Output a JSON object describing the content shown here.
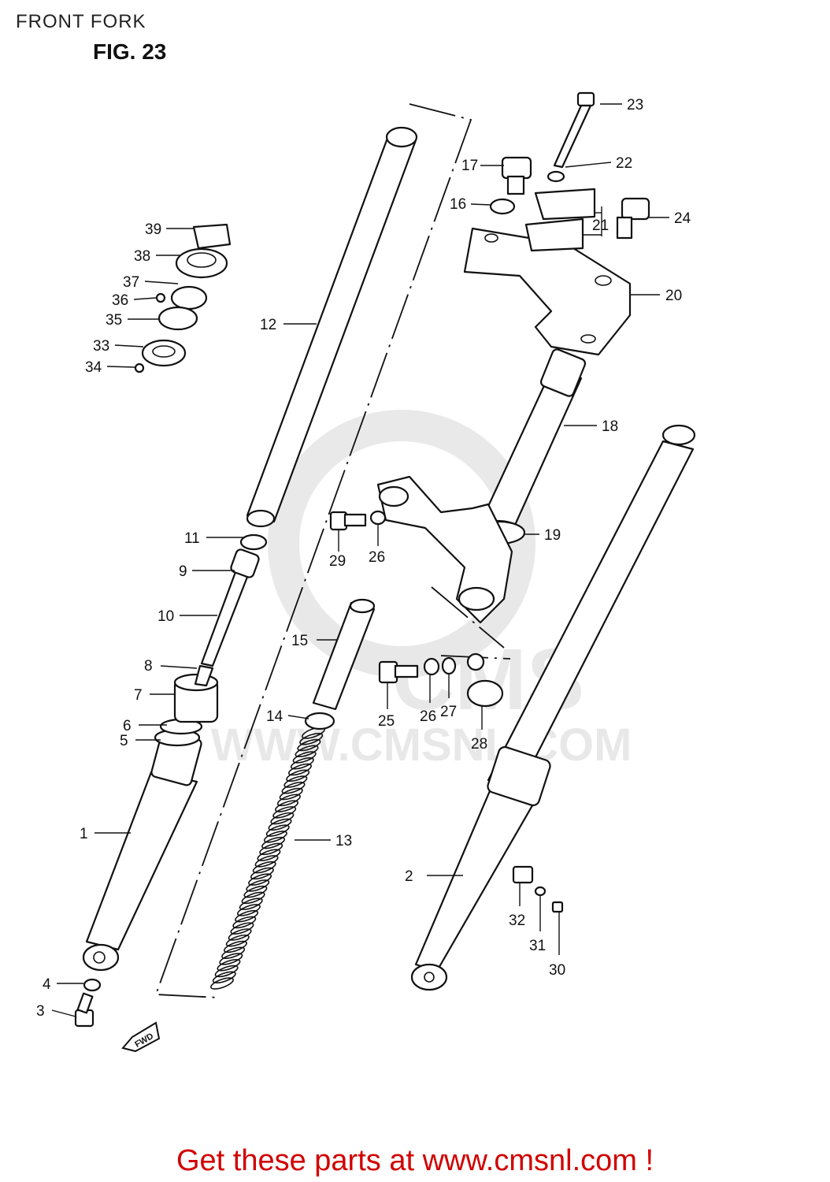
{
  "header": {
    "section_title": "FRONT FORK",
    "figure_label": "FIG. 23"
  },
  "watermark": {
    "text": "WWW.CMSNL.COM",
    "logo_text": "CMS"
  },
  "footer": {
    "cta_text": "Get these parts at www.cmsnl.com !",
    "cta_color": "#d10000"
  },
  "arrow": {
    "text": "FWD",
    "icon": "fwd-arrow-icon"
  },
  "callouts": {
    "c1": "1",
    "c2": "2",
    "c3": "3",
    "c4": "4",
    "c5": "5",
    "c6": "6",
    "c7": "7",
    "c8": "8",
    "c9": "9",
    "c10": "10",
    "c11": "11",
    "c12": "12",
    "c13": "13",
    "c14": "14",
    "c15": "15",
    "c16": "16",
    "c17": "17",
    "c18": "18",
    "c19": "19",
    "c20": "20",
    "c21": "21",
    "c22": "22",
    "c23": "23",
    "c24": "24",
    "c25": "25",
    "c26a": "26",
    "c26b": "26",
    "c27": "27",
    "c28": "28",
    "c29": "29",
    "c30": "30",
    "c31": "31",
    "c32": "32",
    "c33": "33",
    "c34": "34",
    "c35": "35",
    "c36": "36",
    "c37": "37",
    "c38": "38",
    "c39": "39"
  }
}
